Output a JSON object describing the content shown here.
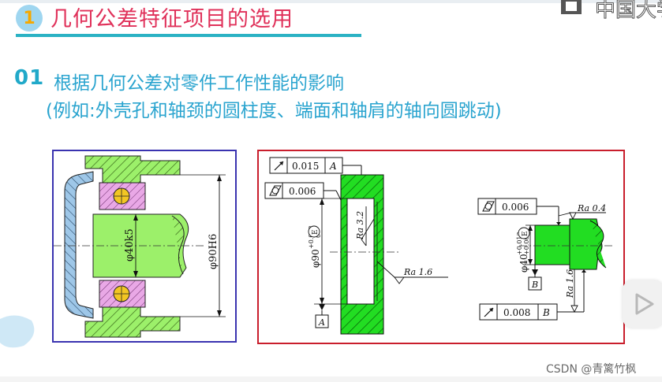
{
  "slide": {
    "title_number": "1",
    "title": "几何公差特征项目的选用",
    "logo_text": "中国大学",
    "section_number": "01",
    "section_title": "根据几何公差对零件工作性能的影响",
    "section_subtitle": "(例如:外壳孔和轴颈的圆柱度、端面和轴肩的轴向圆跳动)",
    "watermark": "CSDN @青篱竹枫"
  },
  "figure_left": {
    "dim_shaft": "φ40k5",
    "dim_hole": "φ90H6"
  },
  "figure_right": {
    "fcf_runout_top": {
      "value": "0.015",
      "datum": "A"
    },
    "fcf_cyl_left": {
      "value": "0.006"
    },
    "dim_hole": "φ90",
    "dim_hole_tol_upper": "+0.022",
    "dim_hole_tol_lower": "0",
    "envelope": "E",
    "ra_face": "Ra 3.2",
    "ra_hole": "Ra 1.6",
    "datum_left": "A",
    "fcf_cyl_right": {
      "value": "0.006"
    },
    "ra_shoulder": "Ra 0.4",
    "dim_shaft": "φ40",
    "dim_shaft_tol_upper": "+0.013",
    "dim_shaft_tol_lower": "+0.002",
    "ra_shaft": "Ra 1.6",
    "datum_right": "B",
    "fcf_runout_bottom": {
      "value": "0.008",
      "datum": "B"
    }
  },
  "colors": {
    "title": "#e0315a",
    "section": "#2aa4cf",
    "accent_line": "#2bb2c4",
    "left_frame": "#3a33b0",
    "right_frame": "#c91e2c",
    "part_green": "#22dd22",
    "housing_green": "#9cf06a",
    "bearing_pink": "#e9a8e6",
    "ball_yellow": "#f2c624",
    "shaft_blue": "#9ec7e8"
  }
}
